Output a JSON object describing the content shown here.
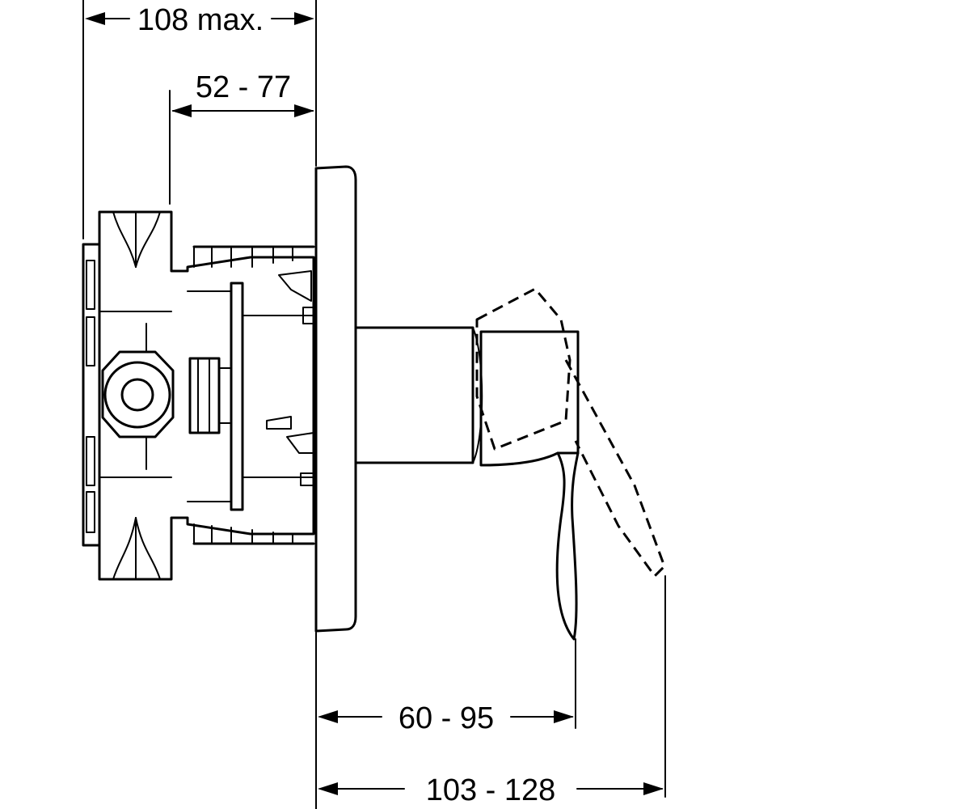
{
  "dimensions": {
    "overall_depth": "108 max.",
    "body_depth": "52 - 77",
    "handle_projection": "60 - 95",
    "total_projection": "103 - 128"
  },
  "colors": {
    "line": "#000000",
    "background": "#ffffff"
  }
}
